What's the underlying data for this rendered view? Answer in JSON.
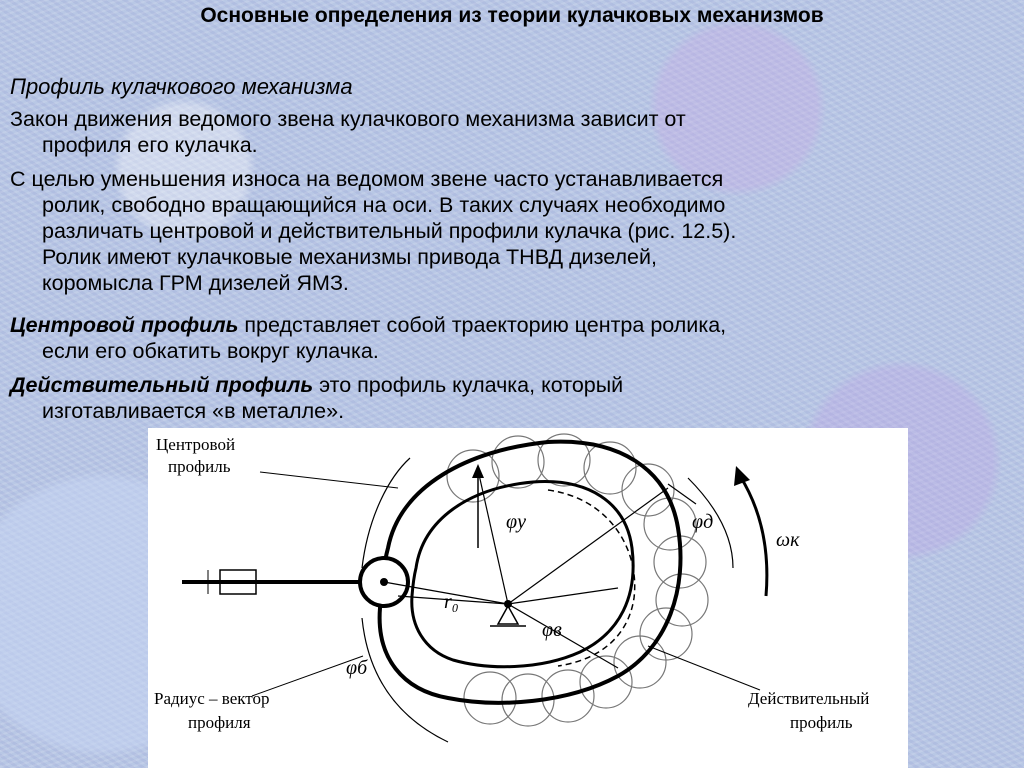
{
  "slide": {
    "title": "Основные определения из теории кулачковых механизмов",
    "subtitle": "Профиль кулачкового механизма",
    "p1": {
      "line1": "Закон движения ведомого звена кулачкового механизма зависит от",
      "line2": "профиля его кулачка."
    },
    "p2": {
      "line1": "С целью уменьшения износа на ведомом звене часто устанавливается",
      "line2": "ролик, свободно вращающийся на оси. В таких случаях необходимо",
      "line3": "различать центровой и действительный профили кулачка (рис. 12.5).",
      "line4": "Ролик имеют кулачковые механизмы привода ТНВД дизелей,",
      "line5": "коромысла ГРМ дизелей ЯМЗ."
    },
    "p3": {
      "term": "Центровой профиль",
      "line1_rest": " представляет собой траекторию центра ролика,",
      "line2": "если его обкатить вокруг кулачка."
    },
    "p4": {
      "term": "Действительный профиль",
      "line1_rest": " это профиль кулачка, который",
      "line2": "изготавливается «в металле»."
    }
  },
  "figure": {
    "label_center_profile_1": "Центровой",
    "label_center_profile_2": "профиль",
    "label_radius_vector_1": "Радиус – вектор",
    "label_radius_vector_2": "профиля",
    "label_actual_profile_1": "Действительный",
    "label_actual_profile_2": "профиль",
    "sym_phi_y": "φу",
    "sym_phi_d": "φд",
    "sym_phi_b": "φб",
    "sym_phi_v": "φв",
    "sym_r0": "r₀",
    "sym_omega": "ωк"
  }
}
